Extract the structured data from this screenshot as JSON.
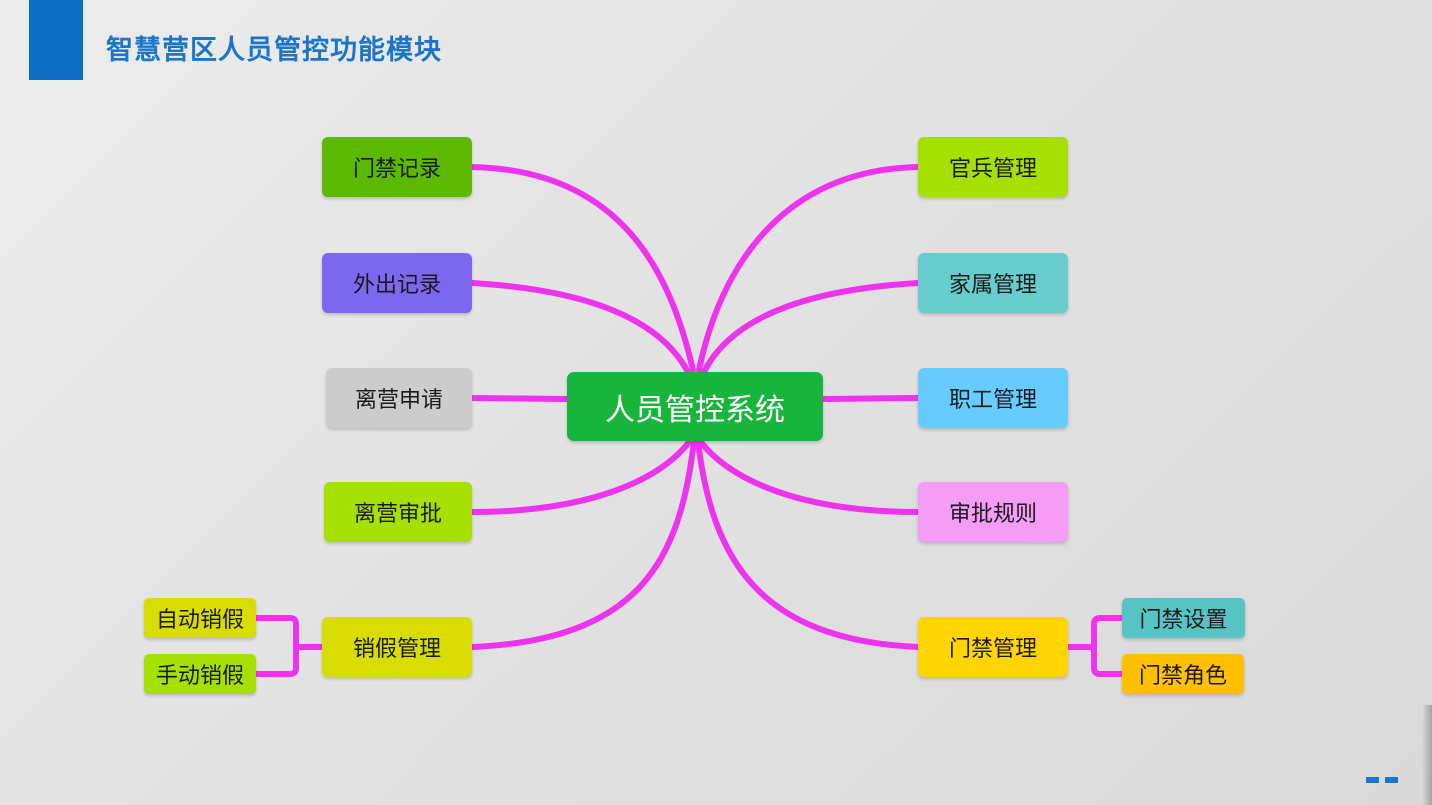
{
  "header": {
    "title": "智慧营区人员管控功能模块"
  },
  "colors": {
    "accent": "#0a6fc4",
    "connector": "#ee33ee"
  },
  "diagram": {
    "center": {
      "label": "人员管控系统",
      "color": "#18b53c"
    },
    "left": [
      {
        "id": "l1",
        "label": "门禁记录",
        "color": "#5cb800"
      },
      {
        "id": "l2",
        "label": "外出记录",
        "color": "#7b68ee"
      },
      {
        "id": "l3",
        "label": "离营申请",
        "color": "#cccccc"
      },
      {
        "id": "l4",
        "label": "离营审批",
        "color": "#a6e000"
      },
      {
        "id": "l5",
        "label": "销假管理",
        "color": "#d8dc00"
      }
    ],
    "right": [
      {
        "id": "r1",
        "label": "官兵管理",
        "color": "#a6e000"
      },
      {
        "id": "r2",
        "label": "家属管理",
        "color": "#66cccc"
      },
      {
        "id": "r3",
        "label": "职工管理",
        "color": "#66ccff"
      },
      {
        "id": "r4",
        "label": "审批规则",
        "color": "#f59cf7"
      },
      {
        "id": "r5",
        "label": "门禁管理",
        "color": "#ffd400"
      }
    ],
    "left_sub": [
      {
        "id": "ls1",
        "label": "自动销假",
        "color": "#d8dc00"
      },
      {
        "id": "ls2",
        "label": "手动销假",
        "color": "#a6e000"
      }
    ],
    "right_sub": [
      {
        "id": "rs1",
        "label": "门禁设置",
        "color": "#56c4c4"
      },
      {
        "id": "rs2",
        "label": "门禁角色",
        "color": "#ffc000"
      }
    ]
  }
}
